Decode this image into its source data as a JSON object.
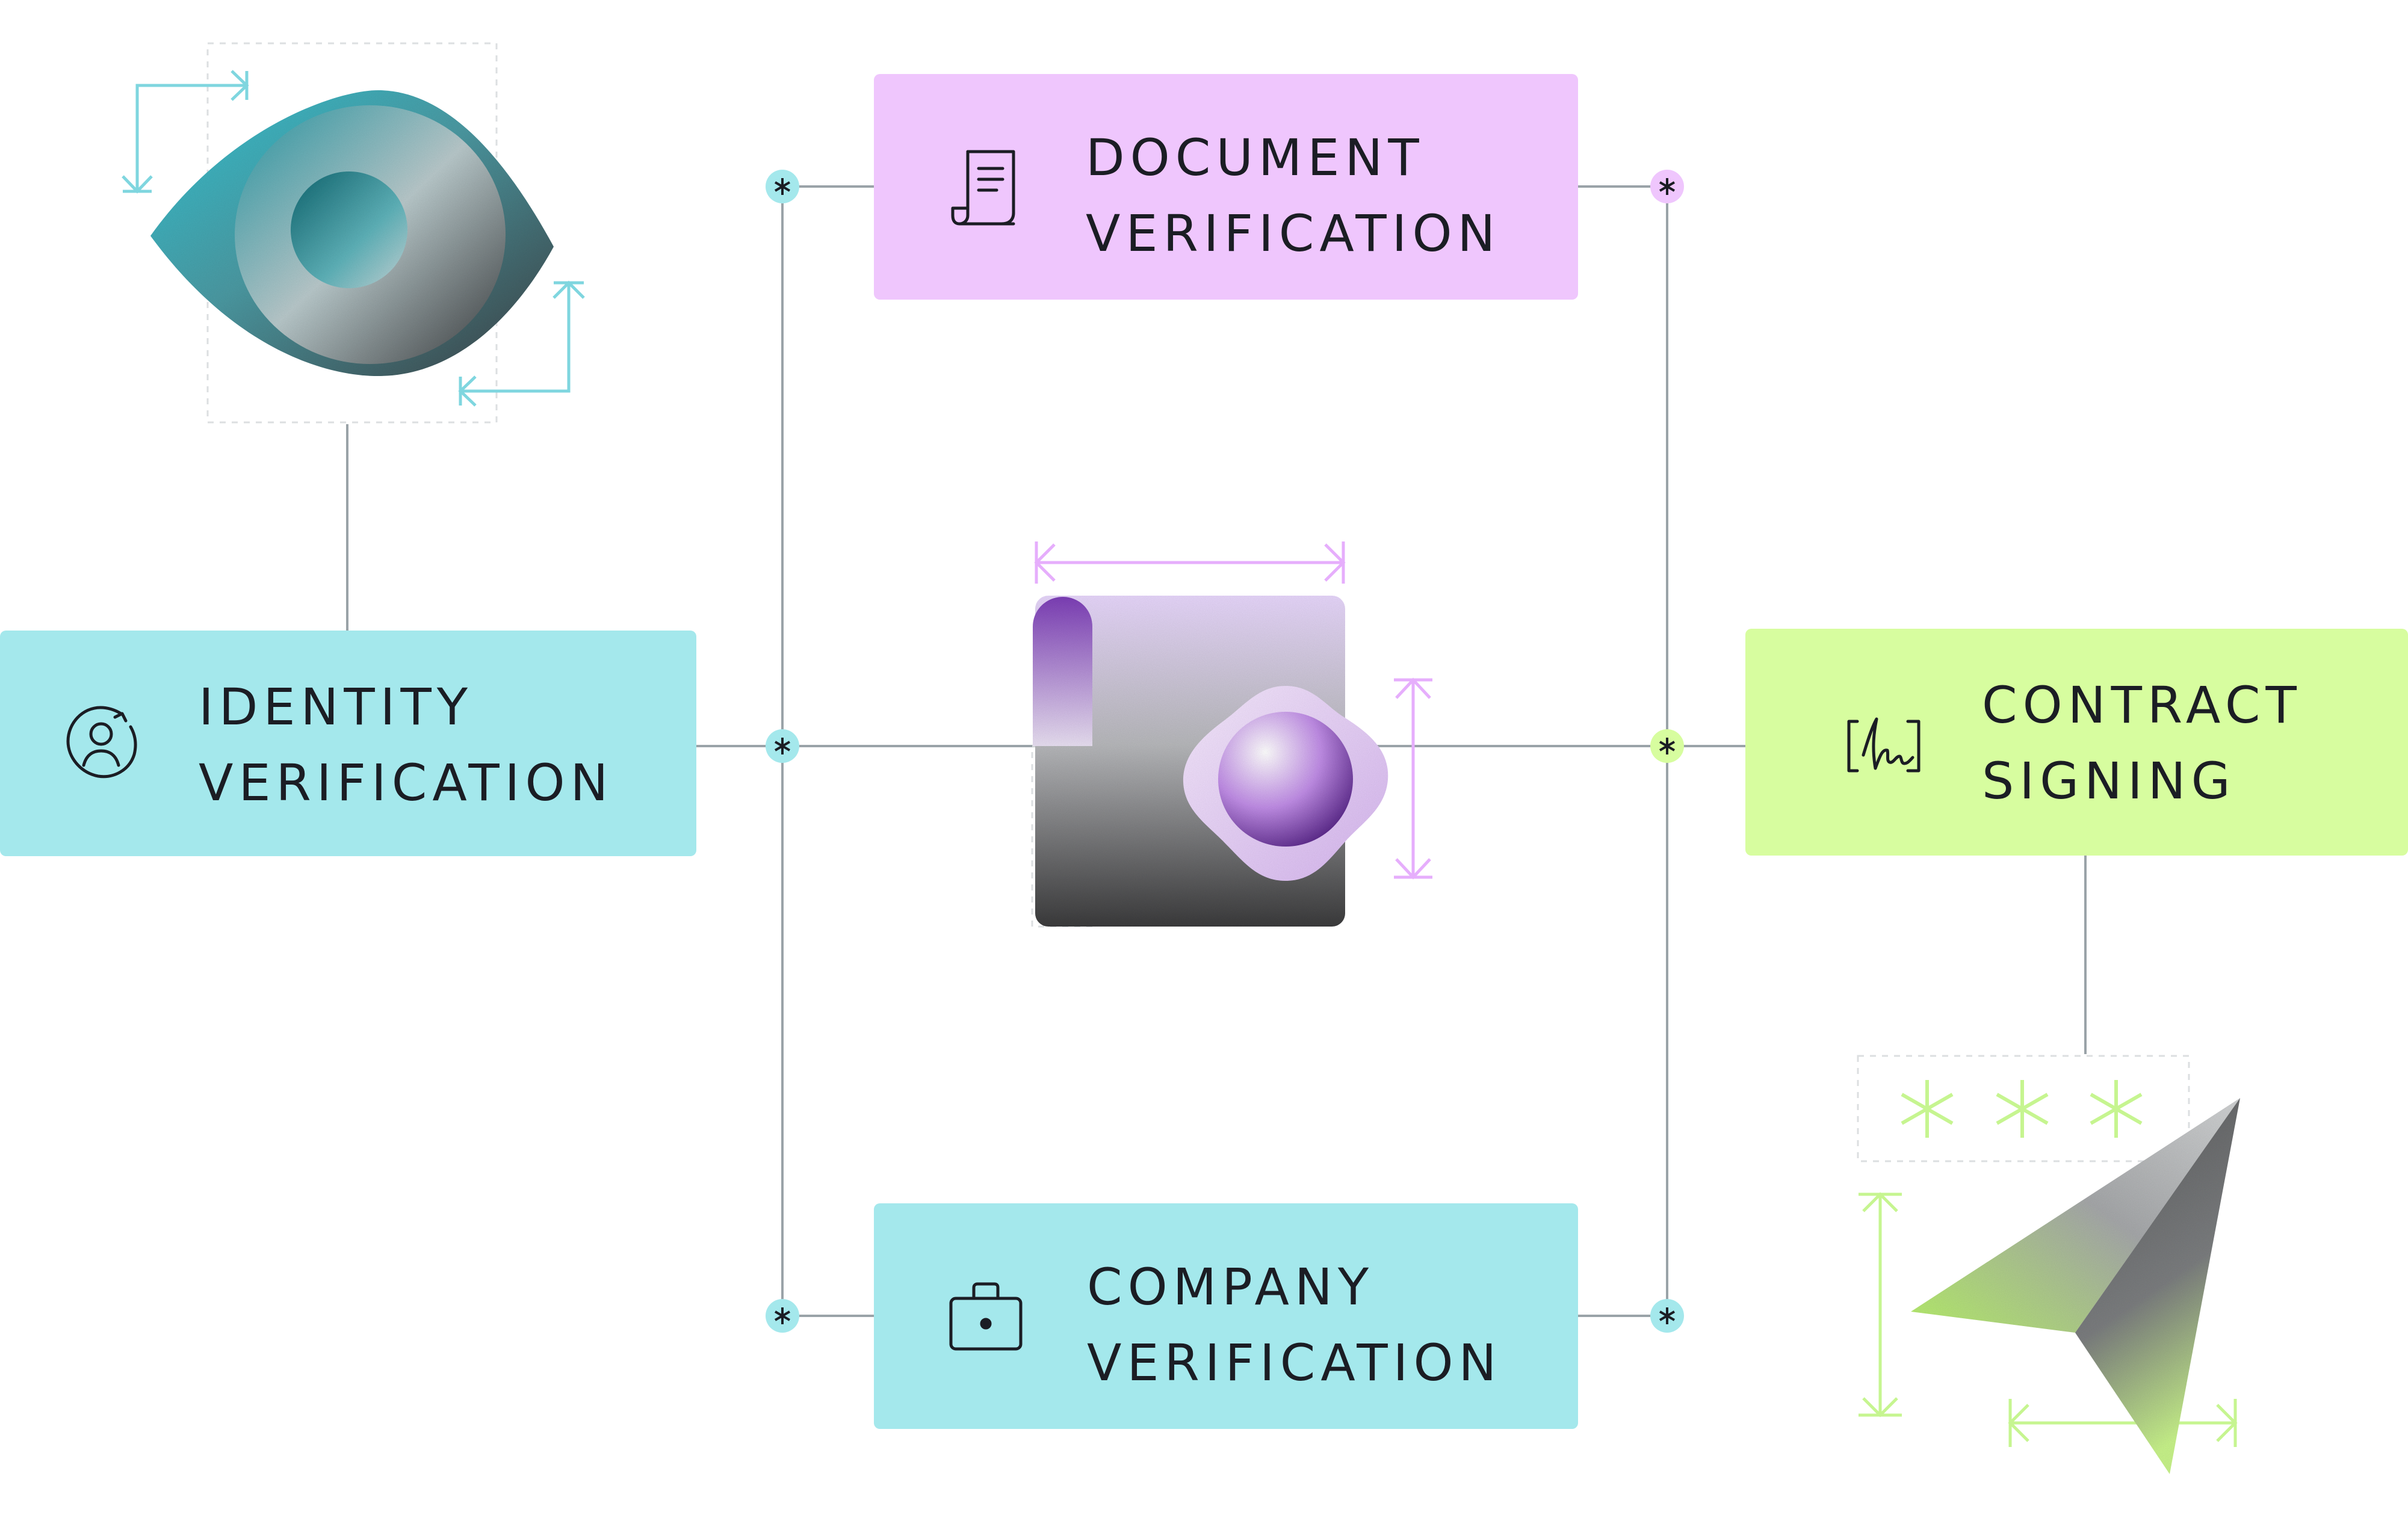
{
  "nodes": {
    "document": {
      "line1": "DOCUMENT",
      "line2": "VERIFICATION",
      "icon": "document-icon",
      "color": "#efc6fd"
    },
    "identity": {
      "line1": "IDENTITY",
      "line2": "VERIFICATION",
      "icon": "user-sync-icon",
      "color": "#a4e8ec"
    },
    "contract": {
      "line1": "CONTRACT",
      "line2": "SIGNING",
      "icon": "signature-icon",
      "color": "#d7fd9f"
    },
    "company": {
      "line1": "COMPANY",
      "line2": "VERIFICATION",
      "icon": "briefcase-icon",
      "color": "#a4e8ec"
    }
  },
  "colors": {
    "line": "#9aa3a8",
    "teal": "#69d0dc",
    "violet": "#d38cf6",
    "lime": "#c6f590",
    "text": "#1b1d24"
  }
}
